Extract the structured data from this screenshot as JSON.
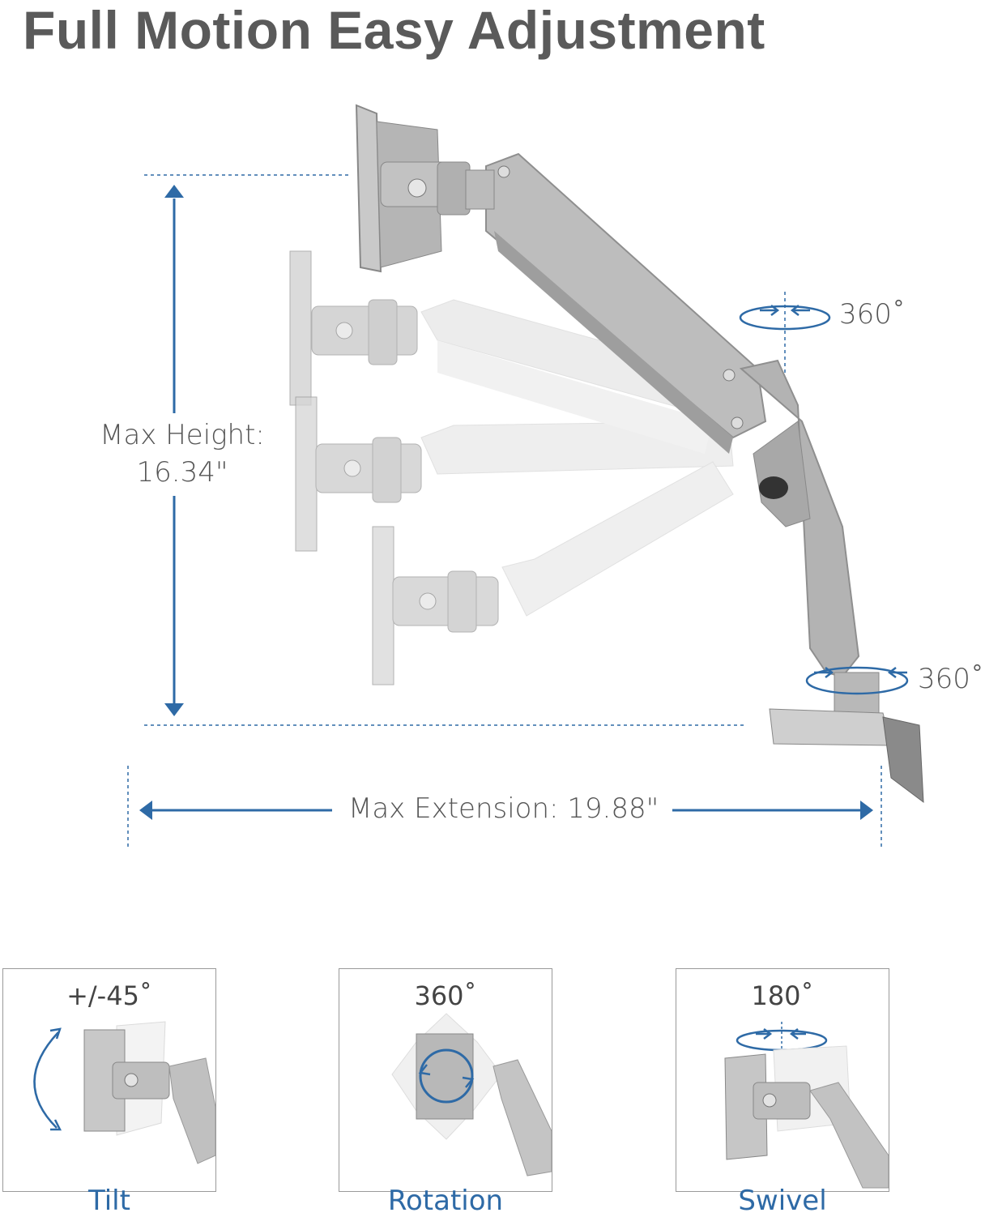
{
  "title": "Full Motion Easy Adjustment",
  "dimensions": {
    "height_label": "Max Height:",
    "height_value": "16.34\"",
    "extension_label": "Max Extension: 19.88\""
  },
  "rotations": {
    "top_joint": "360˚",
    "base_joint": "360˚"
  },
  "panels": [
    {
      "value": "+/-45˚",
      "caption": "Tilt"
    },
    {
      "value": "360˚",
      "caption": "Rotation"
    },
    {
      "value": "180˚",
      "caption": "Swivel"
    }
  ],
  "colors": {
    "accent_blue": "#2e6aa6",
    "arm_silver": "#b9b9b9",
    "text_gray": "#5a5a5a"
  }
}
